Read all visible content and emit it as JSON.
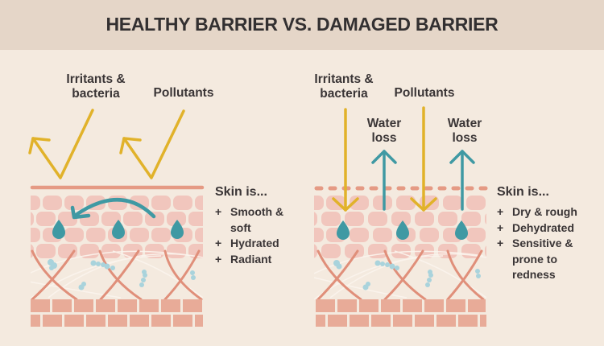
{
  "title": "HEALTHY BARRIER VS. DAMAGED BARRIER",
  "colors": {
    "header_bg": "#e5d6c8",
    "page_bg": "#f4eadf",
    "irritant_arrow": "#e1b22a",
    "water_arrow": "#3f99a3",
    "barrier_line": "#e59a84",
    "skin_cell": "#f1c6bd",
    "base_cell": "#e8ab98",
    "fiber": "#e08f7a",
    "droplet": "#3f99a3",
    "particles": "#a9d3dc"
  },
  "healthy": {
    "labels": {
      "irritants": [
        "Irritants &",
        "bacteria"
      ],
      "pollutants": "Pollutants"
    },
    "skin_is": "Skin is...",
    "bullet": "+",
    "items": [
      "Smooth &",
      "soft",
      "Hydrated",
      "Radiant"
    ]
  },
  "damaged": {
    "labels": {
      "irritants": [
        "Irritants &",
        "bacteria"
      ],
      "pollutants": "Pollutants",
      "water_loss_1": [
        "Water",
        "loss"
      ],
      "water_loss_2": [
        "Water",
        "loss"
      ]
    },
    "skin_is": "Skin is...",
    "bullet": "+",
    "items": [
      "Dry & rough",
      "Dehydrated",
      "Sensitive &",
      "prone to",
      "redness"
    ]
  }
}
